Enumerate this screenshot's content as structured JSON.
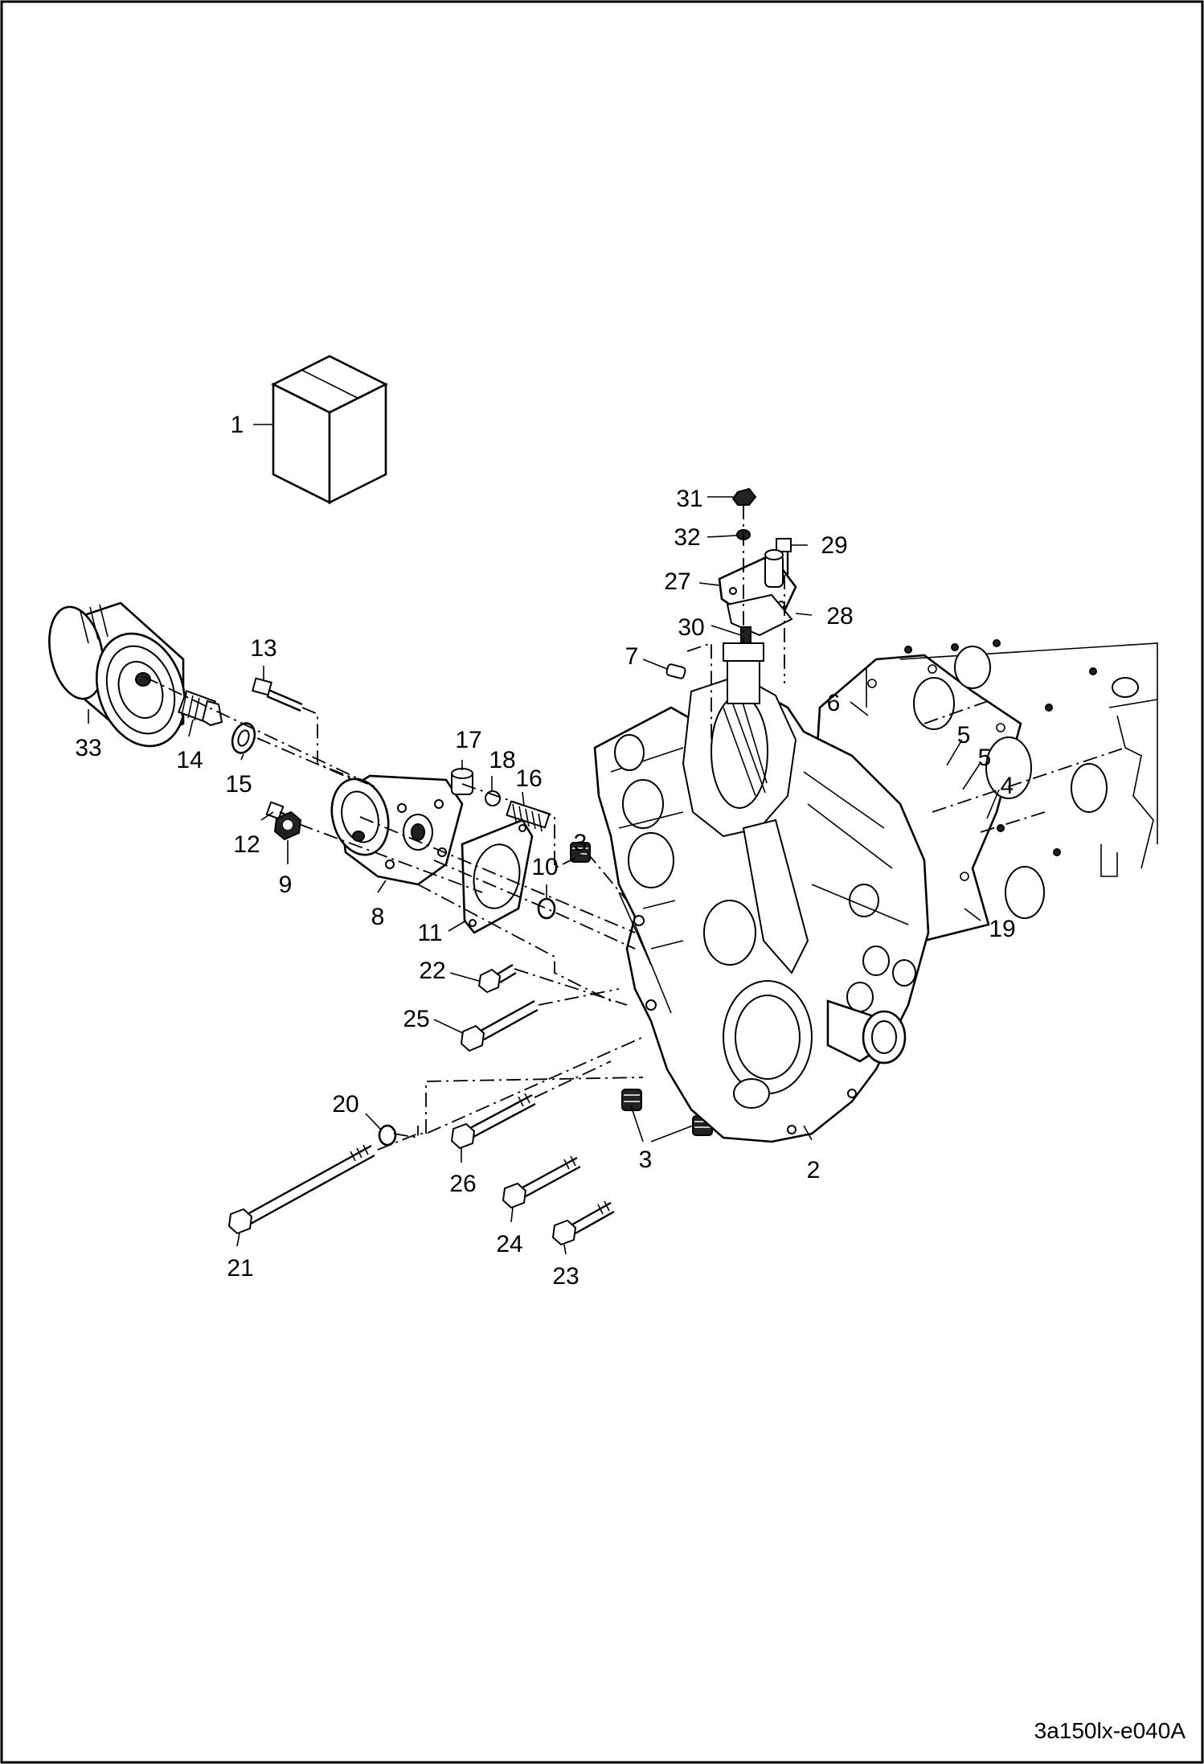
{
  "diagram": {
    "reference_code": "3a150lx-e040A",
    "callouts": [
      "1",
      "2",
      "3",
      "3",
      "4",
      "5",
      "5",
      "6",
      "7",
      "8",
      "9",
      "10",
      "11",
      "12",
      "13",
      "14",
      "15",
      "16",
      "17",
      "18",
      "19",
      "20",
      "21",
      "22",
      "23",
      "24",
      "25",
      "26",
      "27",
      "28",
      "29",
      "30",
      "31",
      "32",
      "33"
    ]
  },
  "colors": {
    "ink": "#000000",
    "paper": "#ffffff",
    "shade": "#cfcfcf"
  }
}
